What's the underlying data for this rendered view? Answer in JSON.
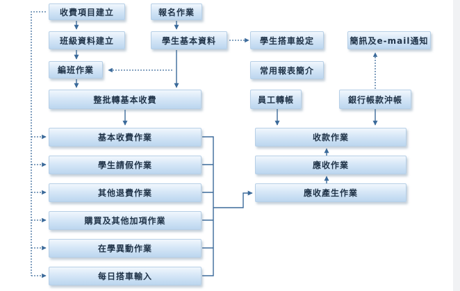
{
  "nodes": {
    "fee_item_setup": "收費項目建立",
    "class_data_setup": "班級資料建立",
    "class_arrangement": "編班作業",
    "batch_basic_fee": "整批轉基本收費",
    "registration": "報名作業",
    "student_basic_data": "學生基本資料",
    "student_bus_setting": "學生搭車設定",
    "report_intro": "常用報表簡介",
    "sms_email_notice": "簡訊及e-mail通知",
    "employee_transfer": "員工轉帳",
    "bank_writeoff": "銀行帳款沖帳",
    "basic_fee_operation": "基本收費作業",
    "student_leave": "學生請假作業",
    "other_refund": "其他退費作業",
    "purchase_extra": "購買及其他加項作業",
    "enrollment_change": "在學異動作業",
    "daily_bus_input": "每日搭車輸入",
    "collection": "收款作業",
    "receivable": "應收作業",
    "receivable_generation": "應收產生作業"
  },
  "colors": {
    "connector_line": "#3b6a9a",
    "box_text": "#1f3247",
    "box_border": "#b6cfe6"
  }
}
